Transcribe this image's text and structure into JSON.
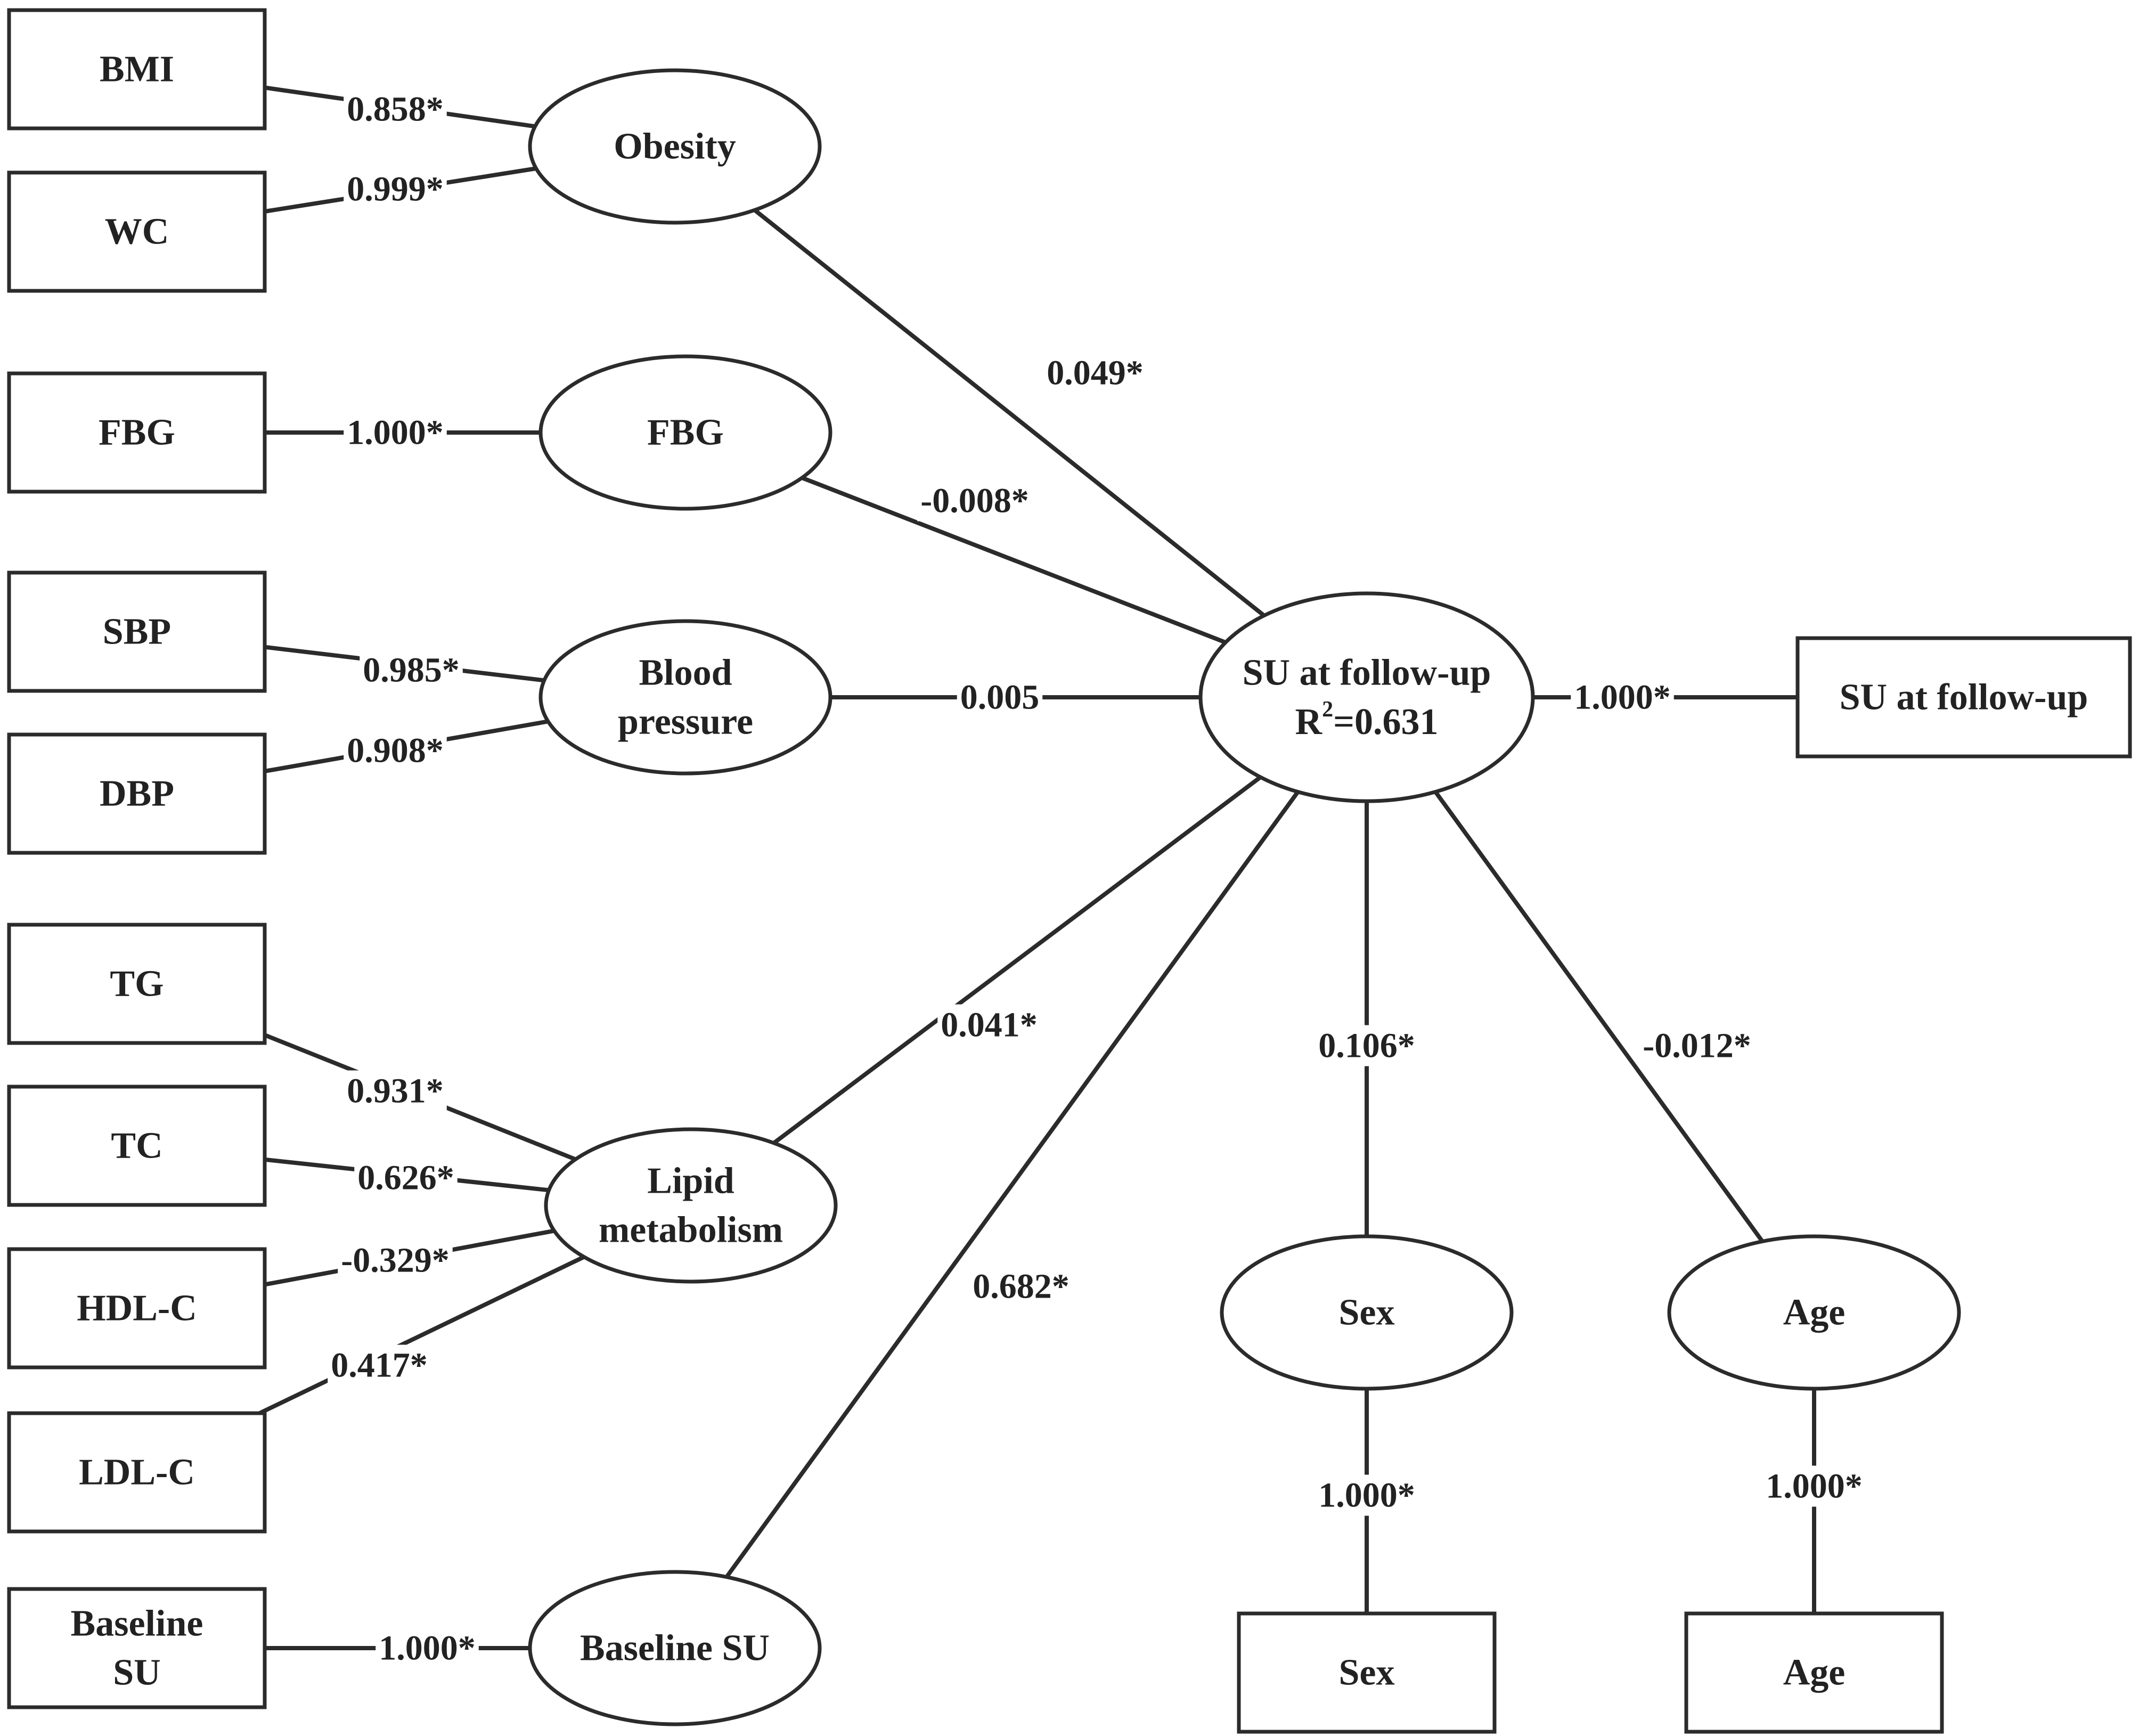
{
  "colors": {
    "line": "#2b2b2b",
    "text": "#222222",
    "background": "#ffffff"
  },
  "indicators": {
    "bmi": [
      "BMI"
    ],
    "wc": [
      "WC"
    ],
    "fbg": [
      "FBG"
    ],
    "sbp": [
      "SBP"
    ],
    "dbp": [
      "DBP"
    ],
    "tg": [
      "TG"
    ],
    "tc": [
      "TC"
    ],
    "hdl": [
      "HDL-C"
    ],
    "ldl": [
      "LDL-C"
    ],
    "baseline_su": [
      "Baseline",
      "SU"
    ],
    "su_follow": [
      "SU at follow-up"
    ],
    "sex": [
      "Sex"
    ],
    "age": [
      "Age"
    ]
  },
  "latents": {
    "obesity": [
      "Obesity"
    ],
    "fbg": [
      "FBG"
    ],
    "blood_pressure": [
      "Blood",
      "pressure"
    ],
    "lipid": [
      "Lipid",
      "metabolism"
    ],
    "baseline_su": [
      "Baseline SU"
    ],
    "sex": [
      "Sex"
    ],
    "age": [
      "Age"
    ]
  },
  "outcome": {
    "line1": "SU at follow-up",
    "r2_prefix": "R",
    "r2_sup": "2",
    "r2_value": "=0.631"
  },
  "paths": {
    "obesity_bmi": "0.858*",
    "obesity_wc": "0.999*",
    "fbg_fbg": "1.000*",
    "bp_sbp": "0.985*",
    "bp_dbp": "0.908*",
    "lipid_tg": "0.931*",
    "lipid_tc": "0.626*",
    "lipid_hdl": "-0.329*",
    "lipid_ldl": "0.417*",
    "bsu_bsu": "1.000*",
    "obesity_su": "0.049*",
    "fbg_su": "-0.008*",
    "bp_su": "0.005",
    "lipid_su": "0.041*",
    "bsu_su": "0.682*",
    "sex_su": "0.106*",
    "age_su": "-0.012*",
    "su_su": "1.000*",
    "sex_sex": "1.000*",
    "age_age": "1.000*"
  }
}
